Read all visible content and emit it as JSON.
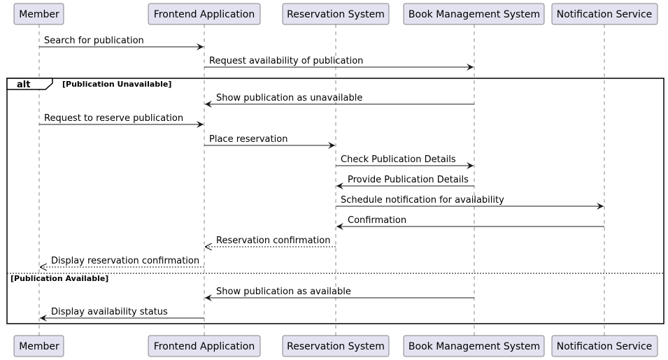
{
  "participants": [
    {
      "id": "member",
      "label": "Member"
    },
    {
      "id": "frontend",
      "label": "Frontend Application"
    },
    {
      "id": "reservation",
      "label": "Reservation System"
    },
    {
      "id": "book",
      "label": "Book Management System"
    },
    {
      "id": "notification",
      "label": "Notification Service"
    }
  ],
  "messages": [
    {
      "from": "member",
      "to": "frontend",
      "text": "Search for publication",
      "style": "solid"
    },
    {
      "from": "frontend",
      "to": "book",
      "text": "Request availability of publication",
      "style": "solid"
    },
    {
      "from": "book",
      "to": "frontend",
      "text": "Show publication as unavailable",
      "style": "solid"
    },
    {
      "from": "member",
      "to": "frontend",
      "text": "Request to reserve publication",
      "style": "solid"
    },
    {
      "from": "frontend",
      "to": "reservation",
      "text": "Place reservation",
      "style": "solid"
    },
    {
      "from": "reservation",
      "to": "book",
      "text": "Check Publication Details",
      "style": "solid"
    },
    {
      "from": "book",
      "to": "reservation",
      "text": "Provide Publication Details",
      "style": "solid"
    },
    {
      "from": "reservation",
      "to": "notification",
      "text": "Schedule notification for availability",
      "style": "solid"
    },
    {
      "from": "notification",
      "to": "reservation",
      "text": "Confirmation",
      "style": "solid"
    },
    {
      "from": "reservation",
      "to": "frontend",
      "text": "Reservation confirmation",
      "style": "dashed"
    },
    {
      "from": "frontend",
      "to": "member",
      "text": "Display reservation confirmation",
      "style": "dashed"
    },
    {
      "from": "book",
      "to": "frontend",
      "text": "Show publication as available",
      "style": "solid"
    },
    {
      "from": "frontend",
      "to": "member",
      "text": "Display availability status",
      "style": "solid"
    }
  ],
  "fragment": {
    "keyword": "alt",
    "guard_1": "[Publication Unavailable]",
    "guard_2": "[Publication Available]"
  }
}
